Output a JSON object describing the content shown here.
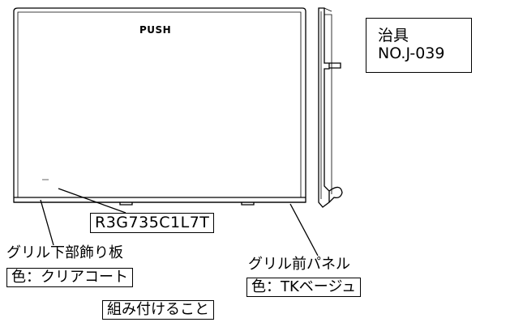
{
  "push_label": "PUSH",
  "jig": {
    "line1": "治具",
    "line2": "NO.J-039"
  },
  "part_number": "R3G735C1L7T",
  "lower_trim": {
    "name": "グリル下部飾り板",
    "color": "色：クリアコート"
  },
  "front_panel": {
    "name": "グリル前パネル",
    "color": "色：TKベージュ"
  },
  "instruction": "組み付けること"
}
